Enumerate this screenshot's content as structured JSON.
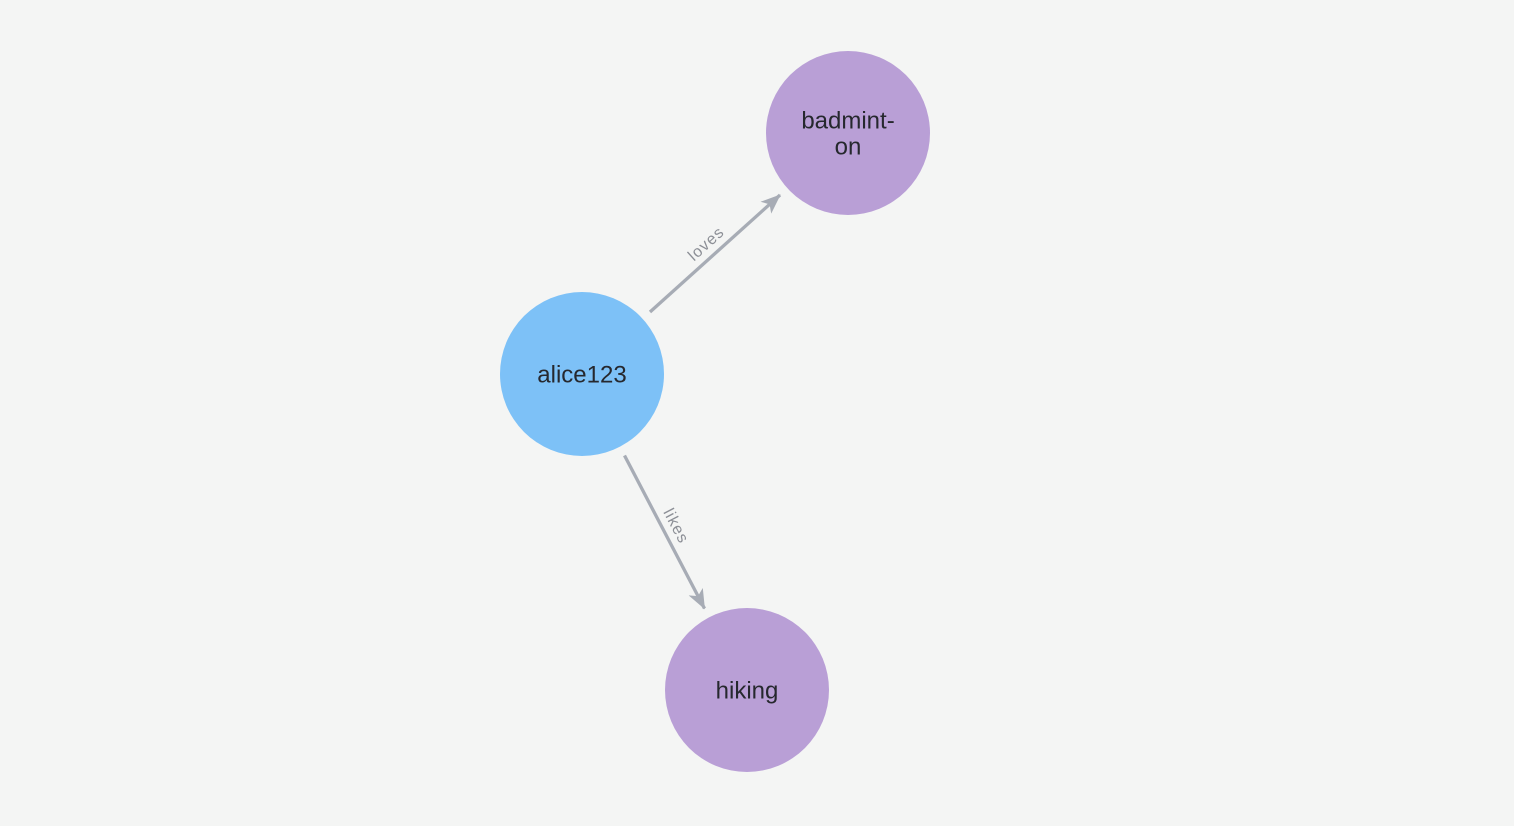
{
  "canvas": {
    "background": "#F4F5F4"
  },
  "graph": {
    "edge_color": "#A7ACB5",
    "edge_label_color": "#8C8F96",
    "node_text_color": "#26282E",
    "nodes": [
      {
        "id": "alice123",
        "caption": "alice123",
        "caption_lines": [
          "alice123"
        ],
        "color": "#7DC1F7"
      },
      {
        "id": "badminton",
        "caption": "badminton",
        "caption_lines": [
          "badmint-",
          "on"
        ],
        "color": "#B99FD6"
      },
      {
        "id": "hiking",
        "caption": "hiking",
        "caption_lines": [
          "hiking"
        ],
        "color": "#B99FD6"
      }
    ],
    "edges": [
      {
        "label": "loves",
        "from": "alice123",
        "to": "badminton"
      },
      {
        "label": "likes",
        "from": "alice123",
        "to": "hiking"
      }
    ]
  }
}
